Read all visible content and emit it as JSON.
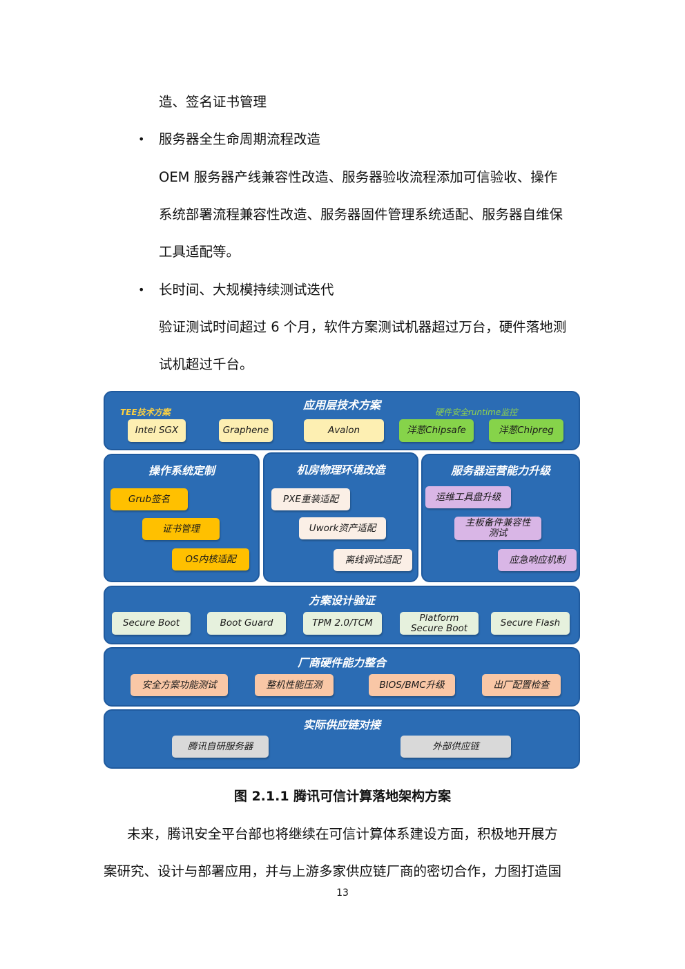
{
  "text": {
    "l1": "造、签名证书管理",
    "b1": "服务器全生命周期流程改造",
    "l2": "OEM 服务器产线兼容性改造、服务器验收流程添加可信验收、操作",
    "l3": "系统部署流程兼容性改造、服务器固件管理系统适配、服务器自维保",
    "l4": "工具适配等。",
    "b2": "长时间、大规模持续测试迭代",
    "l5": "验证测试时间超过 6 个月，软件方案测试机器超过万台，硬件落地测",
    "l6": "试机超过千台。",
    "bullet": "•"
  },
  "diagram": {
    "app": {
      "title": "应用层技术方案",
      "tee": "TEE技术方案",
      "hw": "硬件安全runtime监控",
      "items": [
        "Intel SGX",
        "Graphene",
        "Avalon",
        "洋葱Chipsafe",
        "洋葱Chipreg"
      ]
    },
    "os": {
      "title": "操作系统定制",
      "items": [
        "Grub签名",
        "证书管理",
        "OS内核适配"
      ]
    },
    "room": {
      "title": "机房物理环境改造",
      "items": [
        "PXE重装适配",
        "Uwork资产适配",
        "离线调试适配"
      ]
    },
    "ops": {
      "title": "服务器运营能力升级",
      "items": [
        "运维工具盘升级",
        "主板备件兼容性测试",
        "应急响应机制"
      ]
    },
    "design": {
      "title": "方案设计验证",
      "items": [
        "Secure Boot",
        "Boot Guard",
        "TPM 2.0/TCM",
        "Platform Secure Boot",
        "Secure Flash"
      ]
    },
    "vendor": {
      "title": "厂商硬件能力整合",
      "items": [
        "安全方案功能测试",
        "整机性能压测",
        "BIOS/BMC升级",
        "出厂配置检查"
      ]
    },
    "supply": {
      "title": "实际供应链对接",
      "items": [
        "腾讯自研服务器",
        "外部供应链"
      ]
    }
  },
  "caption": "图 2.1.1  腾讯可信计算落地架构方案",
  "para": {
    "l1": "未来，腾讯安全平台部也将继续在可信计算体系建设方面，积极地开展方",
    "l2": "案研究、设计与部署应用，并与上游多家供应链厂商的密切合作，力图打造国"
  },
  "page_number": "13"
}
